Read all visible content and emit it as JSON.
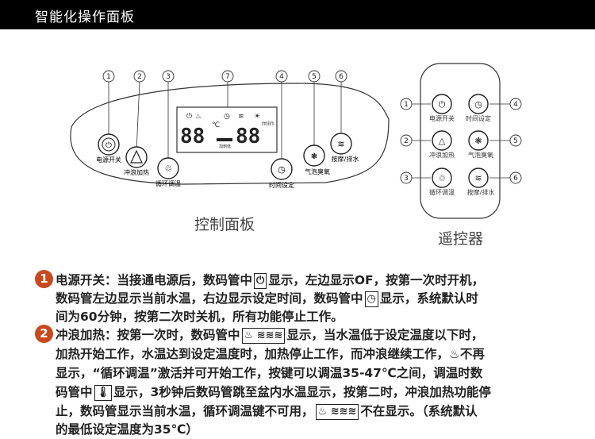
{
  "header": {
    "title": "智能化操作面板"
  },
  "panel": {
    "caption": "控制面板",
    "callouts": [
      "1",
      "2",
      "3",
      "7",
      "4",
      "5",
      "6"
    ],
    "buttons": {
      "power": "电源开关",
      "surf": "冲浪加热",
      "circulate": "循环调温",
      "timer": "时间设定",
      "bubble": "气泡臭氧",
      "massage": "按摩/排水"
    },
    "display": {
      "unit": "℃",
      "min": "min",
      "mid": "加到低"
    }
  },
  "remote": {
    "caption": "遥控器",
    "labels": {
      "power": "电源开关",
      "timer": "时间设定",
      "surf": "冲浪加热",
      "bubble": "气泡臭氧",
      "circulate": "循环调温",
      "massage": "按摩/排水"
    },
    "callouts": [
      "1",
      "4",
      "2",
      "5",
      "3",
      "6"
    ]
  },
  "text": {
    "item1_badge": "1",
    "item1_lines": [
      "电源开关：当接通电源后，数码管中",
      "显示，左边显示OF，按第一次时开机，",
      "数码管左边显示当前水温，右边显示设定时间，数码管中",
      "显示，系统默认时",
      "间为60分钟，按第二次时关机，所有功能停止工作。"
    ],
    "item2_badge": "2",
    "item2_lines": [
      "冲浪加热：按第一次时，数码管中",
      "显示，当水温低于设定温度以下时，",
      "加热开始工作，水温达到设定温度时，加热停止工作，而冲浪继续工作，",
      "不再",
      "显示，“循环调温”激活并可开始工作，按键可以调温35-47℃之间，调温时数",
      "码管中",
      "显示，3秒钟后数码管跳至盆内水温显示，按第二时，冲浪加热功能停",
      "止，数码管显示当前水温，循环调温键不可用，",
      "不在显示。（系统默认",
      "的最低设定温度为35℃）"
    ]
  }
}
